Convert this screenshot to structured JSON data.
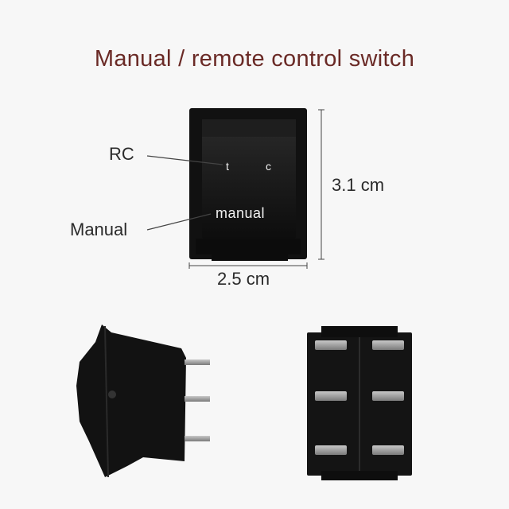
{
  "title": "Manual / remote control switch",
  "labels": {
    "rc": "RC",
    "manual": "Manual",
    "height": "3.1 cm",
    "width": "2.5 cm"
  },
  "switch_markings": {
    "left": "t",
    "right": "c",
    "bottom": "manual"
  },
  "colors": {
    "title": "#6a2a26",
    "body": "#151515",
    "background": "#f7f7f7"
  }
}
